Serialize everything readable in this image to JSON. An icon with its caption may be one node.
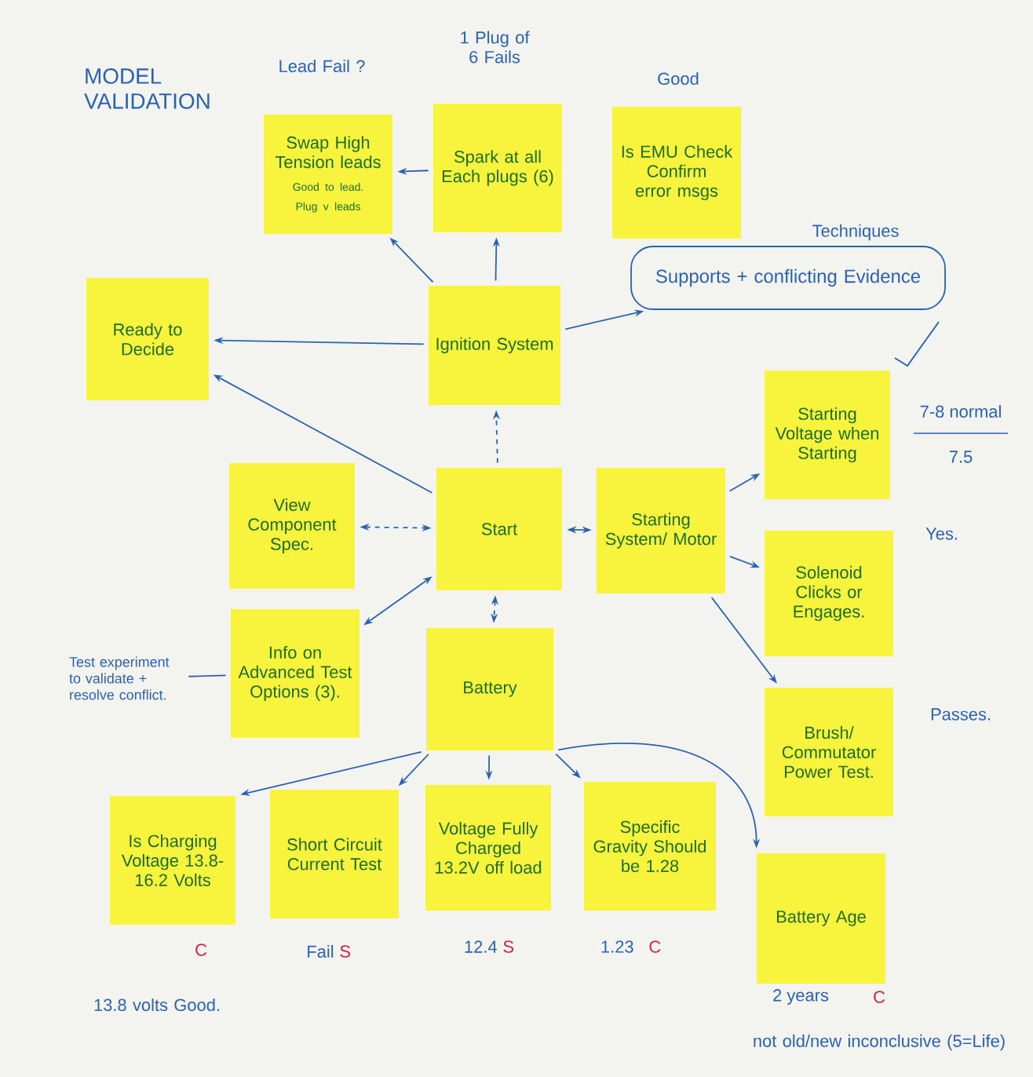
{
  "diagram": {
    "title": "MODEL VALIDATION",
    "nodes": [
      {
        "text": [
          "Swap High Tension leads",
          "Good to lead. Plug v leads"
        ],
        "beside": [
          "Lead Fail ?"
        ]
      },
      {
        "text": [
          "Spark at all Each plugs (6)"
        ],
        "beside": [
          "1 Plug of 6 Fails"
        ]
      },
      {
        "text": [
          "Is EMU Check Confirm error msgs"
        ],
        "beside": [
          "Good"
        ]
      },
      {
        "text": [
          "Ready to Decide"
        ]
      },
      {
        "text": [
          "Ignition System"
        ]
      },
      {
        "text": [
          "Supports + conflicting Evidence"
        ],
        "beside": [
          "Techniques"
        ]
      },
      {
        "text": [
          "Starting Voltage when Starting"
        ],
        "beside": [
          "7-8 normal",
          "7.5"
        ]
      },
      {
        "text": [
          "View Component Spec."
        ]
      },
      {
        "text": [
          "Start"
        ]
      },
      {
        "text": [
          "Starting System/ Motor"
        ]
      },
      {
        "text": [
          "Solenoid Clicks or Engages."
        ],
        "beside": [
          "Yes."
        ]
      },
      {
        "text": [
          "Info on Advanced Test Options (3)."
        ]
      },
      {
        "text": [
          "Battery"
        ]
      },
      {
        "text": [
          "Brush/ Commutator Power Test."
        ],
        "beside": [
          "Passes."
        ]
      },
      {
        "text": [
          "Is Charging Voltage 13.8-16.2 Volts"
        ],
        "beside": [
          "C",
          "13.8 volts Good."
        ]
      },
      {
        "text": [
          "Short Circuit Current Test"
        ],
        "beside": [
          "Fail",
          "S"
        ]
      },
      {
        "text": [
          "Voltage Fully Charged 13.2V off load"
        ],
        "beside": [
          "12.4",
          "S"
        ]
      },
      {
        "text": [
          "Specific Gravity Should be 1.28"
        ],
        "beside": [
          "1.23",
          "C"
        ]
      },
      {
        "text": [
          "Battery Age"
        ],
        "beside": [
          "2 years",
          "C",
          "not old/new inconclusive (5=Life)"
        ]
      },
      {
        "text": [
          "Test experiment to validate + resolve conflict."
        ]
      }
    ],
    "edges": [
      {
        "from": 1,
        "to": 0,
        "arrow": "to"
      },
      {
        "from": 4,
        "to": 0,
        "arrow": "to"
      },
      {
        "from": 4,
        "to": 1,
        "arrow": "to"
      },
      {
        "from": 4,
        "to": 3,
        "arrow": "to"
      },
      {
        "from": 8,
        "to": 3,
        "arrow": "to"
      },
      {
        "from": 4,
        "to": 5,
        "arrow": "to"
      },
      {
        "from": 8,
        "to": 4,
        "arrow": "to",
        "style": "dashed"
      },
      {
        "from": 7,
        "to": 8,
        "arrow": "both",
        "style": "dashed"
      },
      {
        "from": 8,
        "to": 9,
        "arrow": "both"
      },
      {
        "from": 8,
        "to": 12,
        "arrow": "both",
        "style": "dashed"
      },
      {
        "from": 8,
        "to": 11,
        "arrow": "both"
      },
      {
        "from": 9,
        "to": 6,
        "arrow": "to"
      },
      {
        "from": 9,
        "to": 10,
        "arrow": "to"
      },
      {
        "from": 9,
        "to": 13,
        "arrow": "to"
      },
      {
        "from": 12,
        "to": 14,
        "arrow": "to"
      },
      {
        "from": 12,
        "to": 15,
        "arrow": "to"
      },
      {
        "from": 12,
        "to": 16,
        "arrow": "to"
      },
      {
        "from": 12,
        "to": 17,
        "arrow": "to"
      },
      {
        "from": 12,
        "to": 18,
        "arrow": "to"
      },
      {
        "from": 19,
        "to": 11,
        "arrow": "none"
      }
    ]
  }
}
